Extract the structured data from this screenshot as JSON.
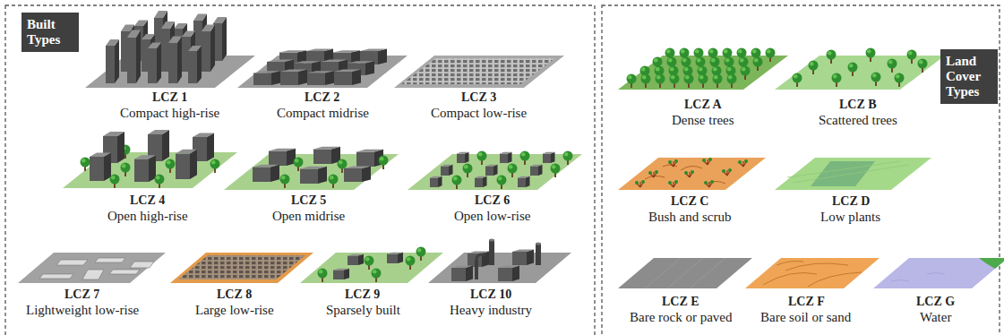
{
  "diagram": {
    "nodes": [
      {
        "text": [
          "Built Types"
        ]
      },
      {
        "text": [
          "Land Cover Types"
        ]
      }
    ],
    "labels": [
      "LCZ 1",
      "Compact high-rise",
      "LCZ 2",
      "Compact midrise",
      "LCZ 3",
      "Compact low-rise",
      "LCZ 4",
      "Open high-rise",
      "LCZ 5",
      "Open midrise",
      "LCZ 6",
      "Open low-rise",
      "LCZ 7",
      "Lightweight low-rise",
      "LCZ 8",
      "Large low-rise",
      "LCZ 9",
      "Sparsely built",
      "LCZ 10",
      "Heavy industry",
      "LCZ A",
      "Dense trees",
      "LCZ B",
      "Scattered trees",
      "LCZ C",
      "Bush and scrub",
      "LCZ D",
      "Low plants",
      "LCZ E",
      "Bare rock or paved",
      "LCZ F",
      "Bare soil or sand",
      "LCZ G",
      "Water"
    ]
  }
}
